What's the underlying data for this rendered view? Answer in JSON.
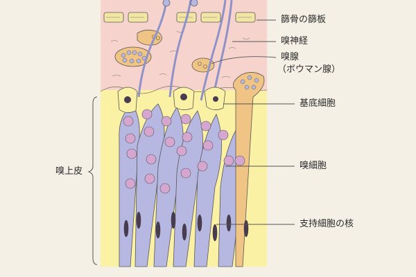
{
  "labels": {
    "cribriform_plate": "篩骨の篩板",
    "olfactory_nerve": "嗅神経",
    "olfactory_gland": "嗅腺",
    "bowman_gland": "（ボウマン腺）",
    "basal_cell": "基底細胞",
    "olfactory_cell": "嗅細胞",
    "supporting_cell_nucleus": "支持細胞の核",
    "olfactory_epithelium": "嗅上皮"
  },
  "colors": {
    "background": "#f4f0e6",
    "connective_tissue": "#f6d3cc",
    "epithelium": "#fbf1a4",
    "olfactory_cell": "#b7b8e2",
    "nucleus": "#d5a6cf",
    "bone": "#f3e6a4",
    "gland": "#f0c484",
    "supporting_nucleus": "#4a3c50",
    "line": "#333333"
  }
}
